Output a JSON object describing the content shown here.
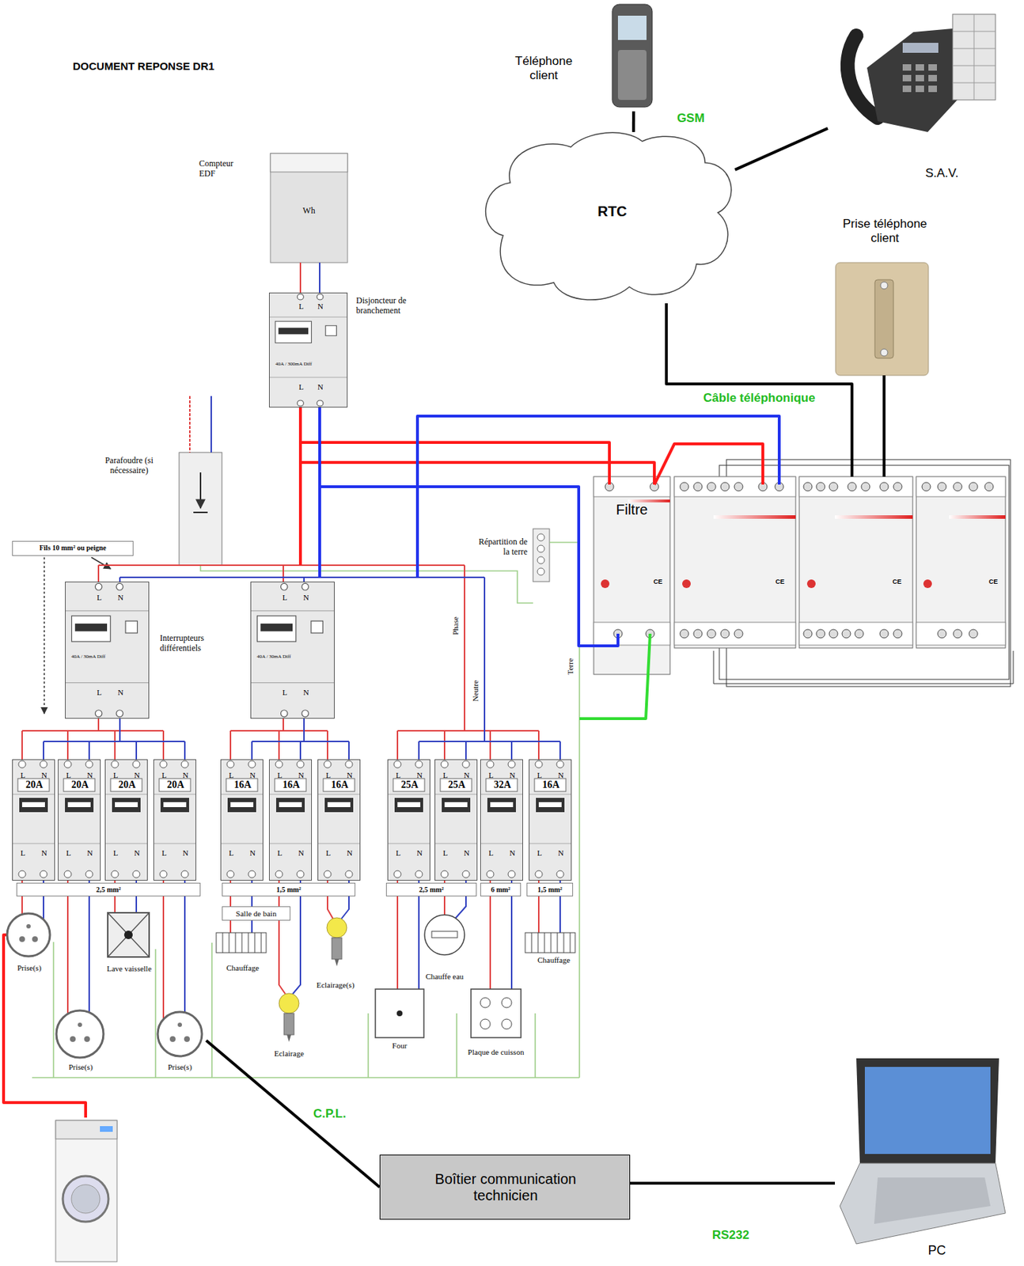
{
  "diagram": {
    "title": "DOCUMENT REPONSE DR1",
    "nodes": [
      {
        "text": [
          "Téléphone client"
        ]
      },
      {
        "text": [
          "S.A.V."
        ]
      },
      {
        "text": [
          "Compteur EDF",
          "Wh"
        ]
      },
      {
        "text": [
          "RTC"
        ]
      },
      {
        "text": [
          "Prise téléphone client"
        ]
      },
      {
        "text": [
          "L",
          "N",
          "40A / 300mA Diff",
          "L",
          "N",
          "Disjoncteur de branchement"
        ]
      },
      {
        "text": [
          "Parafoudre (si nécessaire)"
        ]
      },
      {
        "text": [
          "Filtre",
          "CE"
        ]
      },
      {
        "text": [
          "CE"
        ]
      },
      {
        "text": [
          "CE"
        ]
      },
      {
        "text": [
          "CE"
        ]
      },
      {
        "text": [
          "Répartition de la terre"
        ]
      },
      {
        "text": [
          "Fils 10 mm² ou peigne"
        ]
      },
      {
        "text": [
          "L",
          "N",
          "40A / 30mA Diff",
          "L",
          "N"
        ]
      },
      {
        "text": [
          "L",
          "N",
          "40A / 30mA Diff",
          "L",
          "N"
        ]
      },
      {
        "text": [
          "L",
          "N",
          "20A",
          "L",
          "N"
        ]
      },
      {
        "text": [
          "L",
          "N",
          "20A",
          "L",
          "N"
        ]
      },
      {
        "text": [
          "L",
          "N",
          "20A",
          "L",
          "N"
        ]
      },
      {
        "text": [
          "L",
          "N",
          "20A",
          "L",
          "N"
        ]
      },
      {
        "text": [
          "L",
          "N",
          "16A",
          "L",
          "N"
        ]
      },
      {
        "text": [
          "L",
          "N",
          "16A",
          "L",
          "N"
        ]
      },
      {
        "text": [
          "L",
          "N",
          "16A",
          "L",
          "N"
        ]
      },
      {
        "text": [
          "L",
          "N",
          "25A",
          "L",
          "N"
        ]
      },
      {
        "text": [
          "L",
          "N",
          "25A",
          "L",
          "N"
        ]
      },
      {
        "text": [
          "L",
          "N",
          "32A",
          "L",
          "N"
        ]
      },
      {
        "text": [
          "L",
          "N",
          "16A",
          "L",
          "N"
        ]
      },
      {
        "text": [
          "2,5 mm²"
        ]
      },
      {
        "text": [
          "1,5 mm²"
        ]
      },
      {
        "text": [
          "2,5 mm²"
        ]
      },
      {
        "text": [
          "6 mm²"
        ]
      },
      {
        "text": [
          "1,5 mm²"
        ]
      },
      {
        "text": [
          "Salle de bain"
        ]
      },
      {
        "text": [
          "Prise(s)"
        ]
      },
      {
        "text": [
          "Lave vaisselle"
        ]
      },
      {
        "text": [
          "Chauffage"
        ]
      },
      {
        "text": [
          "Eclairage(s)"
        ]
      },
      {
        "text": [
          "Chauffe eau"
        ]
      },
      {
        "text": [
          "Chauffage"
        ]
      },
      {
        "text": [
          "Prise(s)"
        ]
      },
      {
        "text": [
          "Prise(s)"
        ]
      },
      {
        "text": [
          "Eclairage"
        ]
      },
      {
        "text": [
          "Four"
        ]
      },
      {
        "text": [
          "Plaque de cuisson"
        ]
      },
      {
        "text": [
          "Boîtier communication technicien"
        ]
      },
      {
        "text": [
          "PC"
        ]
      }
    ],
    "edges": [
      {
        "from": 0,
        "to": 3,
        "label": "GSM",
        "arrow": "none"
      },
      {
        "from": 1,
        "to": 3,
        "arrow": "none"
      },
      {
        "from": 3,
        "to": 9,
        "label": "Câble téléphonique",
        "arrow": "none"
      },
      {
        "from": 4,
        "to": 9,
        "arrow": "none"
      },
      {
        "from": 39,
        "to": 43,
        "label": "C.P.L.",
        "arrow": "none"
      },
      {
        "from": 43,
        "to": 44,
        "label": "RS232",
        "arrow": "none"
      }
    ],
    "labels": [
      "Interrupteurs différentiels",
      "Phase",
      "Neutre",
      "Terre"
    ]
  }
}
